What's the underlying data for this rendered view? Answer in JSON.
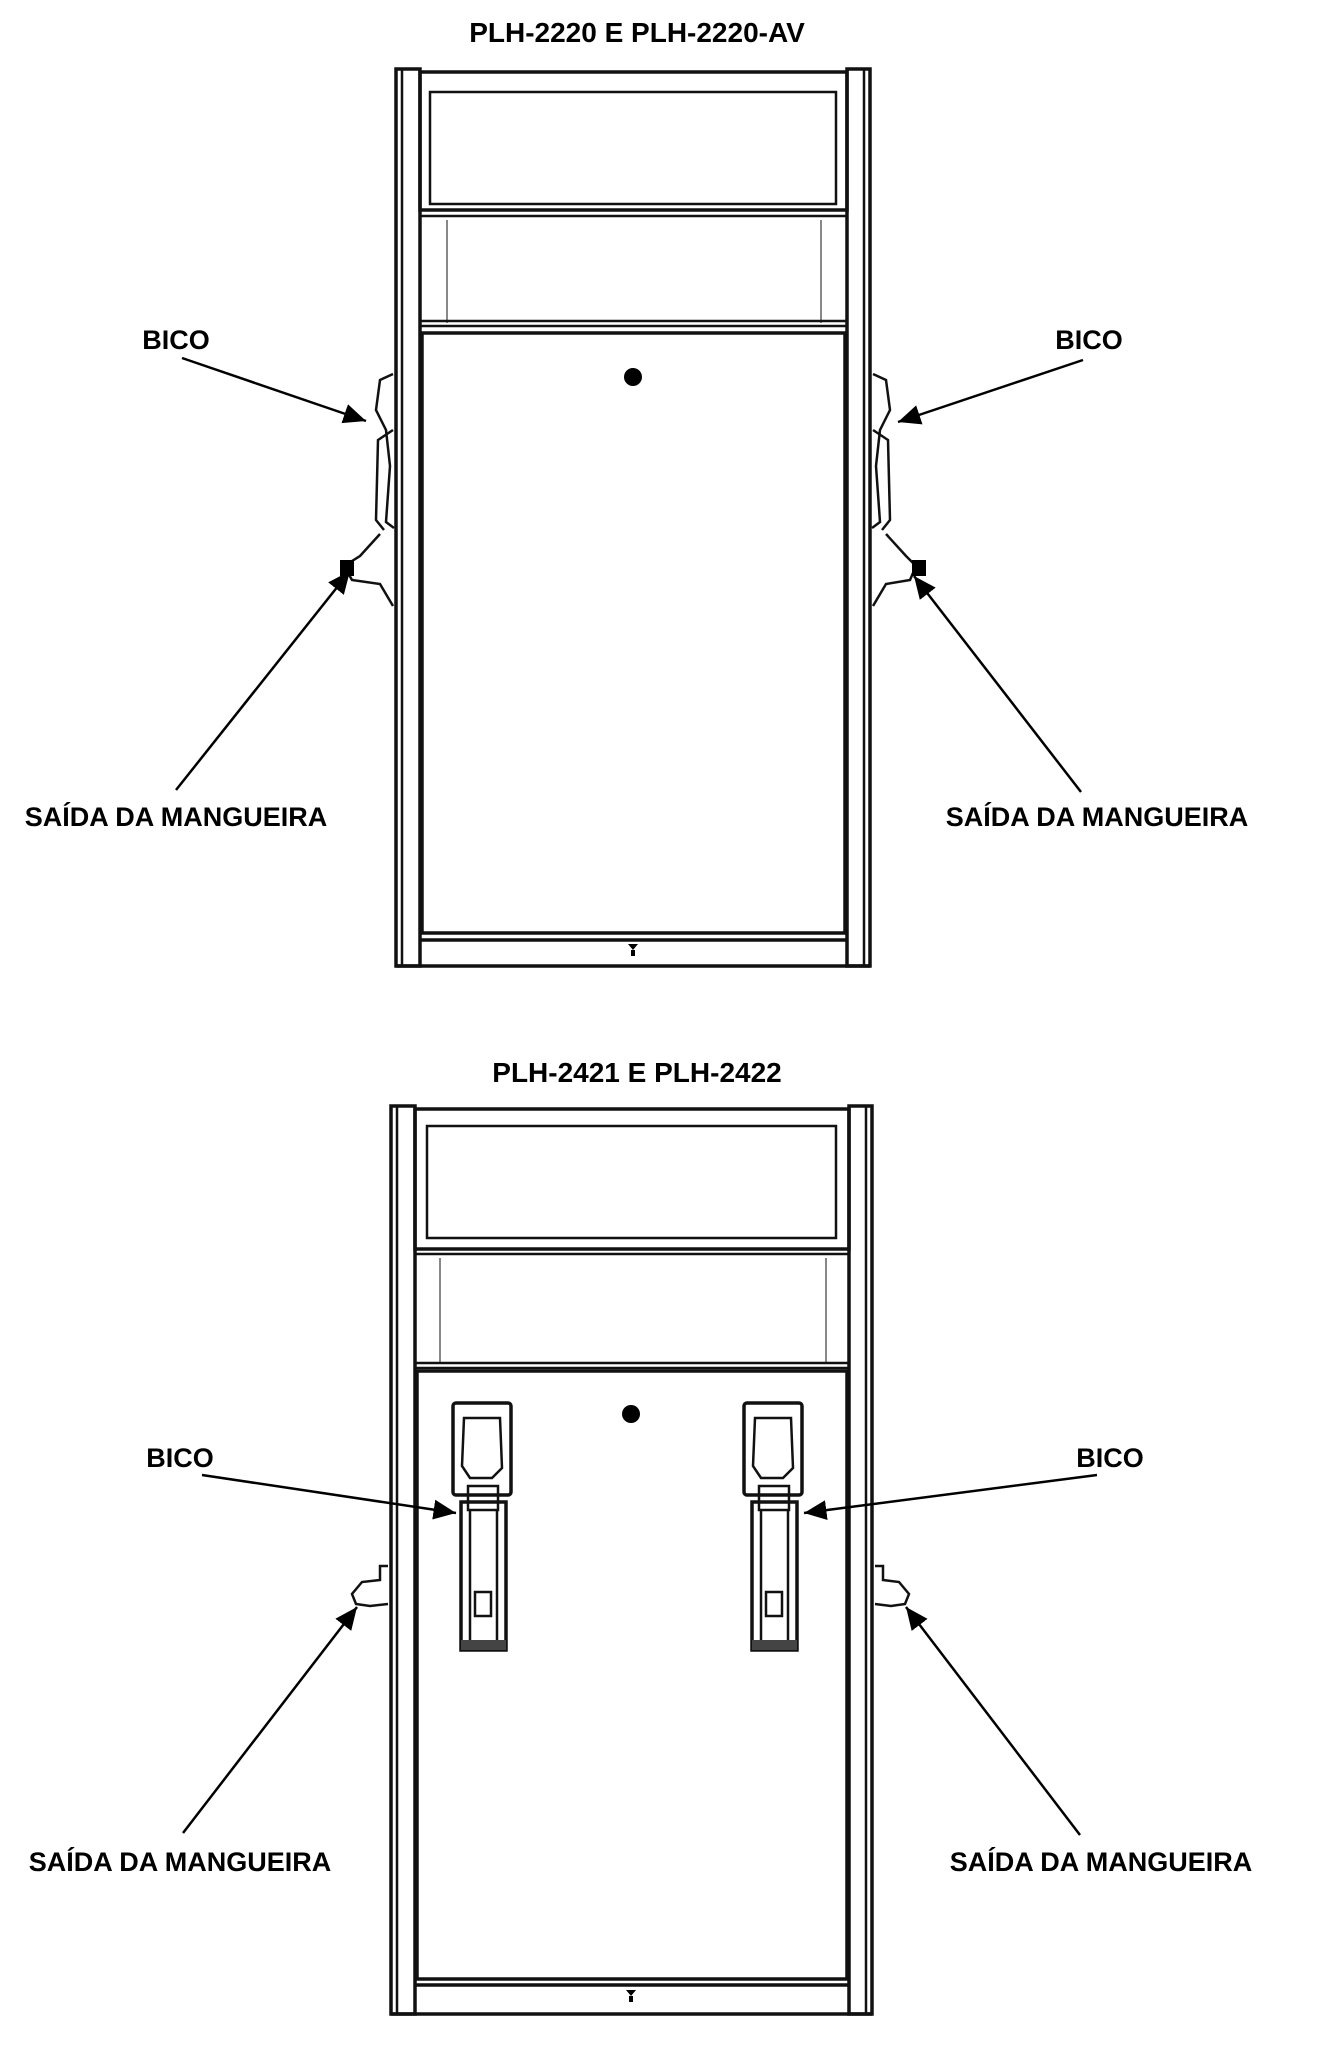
{
  "figures": [
    {
      "title": "PLH-2220 E PLH-2220-AV",
      "labels": {
        "left_nozzle": "BICO",
        "right_nozzle": "BICO",
        "left_hose_outlet": "SAÍDA DA MANGUEIRA",
        "right_hose_outlet": "SAÍDA DA MANGUEIRA"
      }
    },
    {
      "title": "PLH-2421 E PLH-2422",
      "labels": {
        "left_nozzle": "BICO",
        "right_nozzle": "BICO",
        "left_hose_outlet": "SAÍDA DA MANGUEIRA",
        "right_hose_outlet": "SAÍDA DA MANGUEIRA"
      }
    }
  ]
}
